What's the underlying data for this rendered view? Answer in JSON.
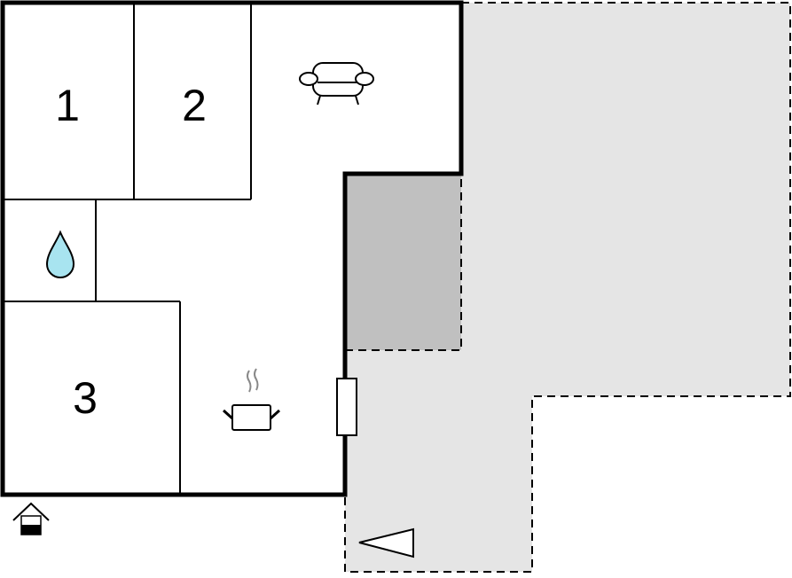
{
  "floorplan": {
    "rooms": [
      {
        "label": "1",
        "type": "bedroom"
      },
      {
        "label": "2",
        "type": "bedroom"
      },
      {
        "label": "3",
        "type": "bedroom"
      }
    ],
    "icons": [
      "sofa-icon",
      "water-drop-icon",
      "cooking-pot-icon",
      "entrance-icon",
      "window-icon",
      "direction-triangle-icon"
    ],
    "colors": {
      "wall": "#000000",
      "terrace": "#e5e5e5",
      "covered_terrace": "#c0c0c0",
      "water": "#a8e4f0",
      "steam": "#888888"
    }
  }
}
